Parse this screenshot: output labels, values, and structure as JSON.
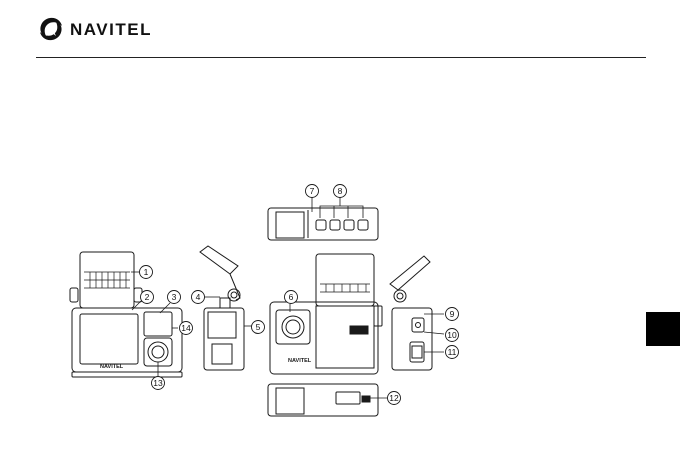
{
  "header": {
    "brand": "NAVITEL",
    "logo_icon": "navitel-swirl-icon"
  },
  "colors": {
    "ink": "#1a1a1a",
    "tab": "#000000",
    "background": "#ffffff"
  },
  "callouts": [
    {
      "num": "1"
    },
    {
      "num": "2"
    },
    {
      "num": "3"
    },
    {
      "num": "4"
    },
    {
      "num": "5"
    },
    {
      "num": "6"
    },
    {
      "num": "7"
    },
    {
      "num": "8"
    },
    {
      "num": "9"
    },
    {
      "num": "10"
    },
    {
      "num": "11"
    },
    {
      "num": "12"
    },
    {
      "num": "13"
    },
    {
      "num": "14"
    }
  ],
  "device": {
    "front_logo": "NAVITEL",
    "rear_logo": "NAVITEL"
  }
}
